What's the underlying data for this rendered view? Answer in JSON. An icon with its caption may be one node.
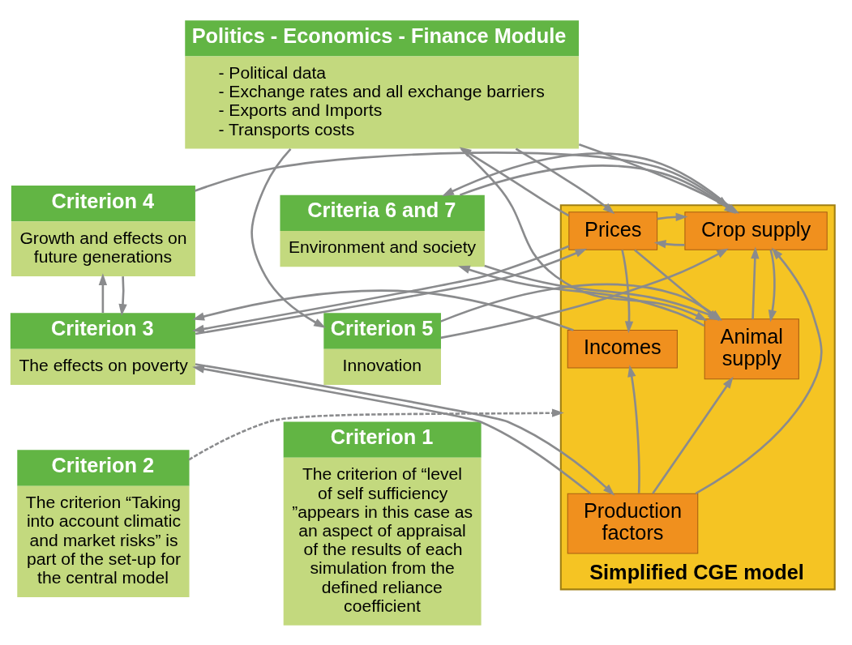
{
  "diagram": {
    "nodes": [
      {
        "text": [
          "Politics - Economics - Finance Module",
          "- Political data",
          "- Exchange rates and all exchange barriers",
          "- Exports and Imports",
          "- Transports costs"
        ]
      },
      {
        "text": [
          "Criteria 6 and 7",
          "Environment and society"
        ]
      },
      {
        "text": [
          "Criterion 5",
          "Innovation"
        ]
      },
      {
        "text": [
          "Simplified CGE model"
        ]
      },
      {
        "text": [
          "Crop supply"
        ],
        "in": 3
      },
      {
        "text": [
          "Prices"
        ],
        "in": 3
      },
      {
        "text": [
          "Animal supply"
        ],
        "in": 3
      },
      {
        "text": [
          "Incomes"
        ],
        "in": 3
      },
      {
        "text": [
          "Production factors"
        ],
        "in": 3
      },
      {
        "text": [
          "Criterion 4",
          "Growth and effects on future generations"
        ]
      },
      {
        "text": [
          "Criterion 3",
          "The effects on poverty"
        ]
      },
      {
        "text": [
          "Criterion 1",
          "The criterion of “level of self sufficiency ”appears in this case as an aspect of appraisal of the results of each simulation from the defined reliance coefficient"
        ]
      },
      {
        "text": [
          "Criterion 2",
          "The criterion “Taking into account climatic and market risks” is part of the set-up for the central model"
        ]
      }
    ],
    "edges": [
      {
        "from": 0,
        "to": 2,
        "arrow": "to"
      },
      {
        "from": 0,
        "to": 6,
        "arrow": "to"
      },
      {
        "from": 0,
        "to": 4,
        "arrow": "to"
      },
      {
        "from": 5,
        "to": 0,
        "arrow": "to"
      },
      {
        "from": 0,
        "to": 5,
        "arrow": "to"
      },
      {
        "from": 1,
        "to": 4,
        "arrow": "to"
      },
      {
        "from": 4,
        "to": 1,
        "arrow": "to"
      },
      {
        "from": 1,
        "to": 6,
        "arrow": "to"
      },
      {
        "from": 6,
        "to": 1,
        "arrow": "to"
      },
      {
        "from": 2,
        "to": 4,
        "arrow": "to"
      },
      {
        "from": 2,
        "to": 6,
        "arrow": "to"
      },
      {
        "from": 6,
        "to": 4,
        "arrow": "to"
      },
      {
        "from": 4,
        "to": 6,
        "arrow": "to"
      },
      {
        "from": 4,
        "to": 5,
        "arrow": "to"
      },
      {
        "from": 5,
        "to": 4,
        "arrow": "to"
      },
      {
        "from": 5,
        "to": 6,
        "arrow": "to"
      },
      {
        "from": 8,
        "to": 4,
        "arrow": "to"
      },
      {
        "from": 8,
        "to": 6,
        "arrow": "to"
      },
      {
        "from": 5,
        "to": 7,
        "arrow": "to"
      },
      {
        "from": 8,
        "to": 7,
        "arrow": "to"
      },
      {
        "from": 10,
        "to": 5,
        "arrow": "to"
      },
      {
        "from": 5,
        "to": 10,
        "arrow": "to"
      },
      {
        "from": 7,
        "to": 10,
        "arrow": "to"
      },
      {
        "from": 10,
        "to": 8,
        "arrow": "to"
      },
      {
        "from": 8,
        "to": 10,
        "arrow": "to"
      },
      {
        "from": 9,
        "to": 3,
        "arrow": "to"
      },
      {
        "from": 10,
        "to": 9,
        "arrow": "to"
      },
      {
        "from": 9,
        "to": 10,
        "arrow": "to"
      },
      {
        "from": 12,
        "to": 3,
        "arrow": "to",
        "style": "dashed"
      }
    ]
  }
}
